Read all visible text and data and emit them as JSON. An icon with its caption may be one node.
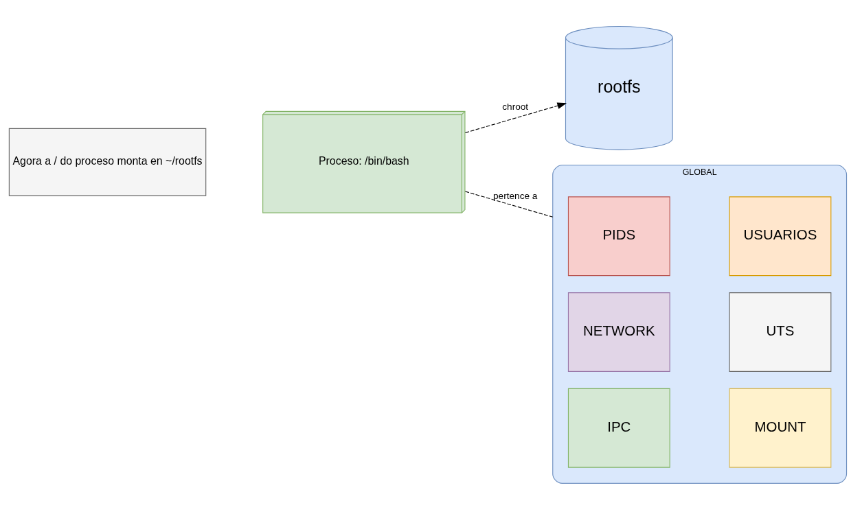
{
  "diagram": {
    "nodes": [
      {
        "text": [
          "Agora a / do proceso monta en ~/rootfs"
        ]
      },
      {
        "text": [
          "Proceso: /bin/bash"
        ]
      },
      {
        "text": [
          "rootfs"
        ]
      },
      {
        "text": [
          "GLOBAL"
        ]
      },
      {
        "text": [
          "PIDS"
        ],
        "in": 3
      },
      {
        "text": [
          "USUARIOS"
        ],
        "in": 3
      },
      {
        "text": [
          "NETWORK"
        ],
        "in": 3
      },
      {
        "text": [
          "UTS"
        ],
        "in": 3
      },
      {
        "text": [
          "IPC"
        ],
        "in": 3
      },
      {
        "text": [
          "MOUNT"
        ],
        "in": 3
      }
    ],
    "edges": [
      {
        "from": 1,
        "to": 2,
        "arrow": "to",
        "label": "chroot",
        "style": "dashed"
      },
      {
        "from": 1,
        "to": 3,
        "arrow": "none",
        "label": "pertence a",
        "style": "dashed"
      }
    ]
  }
}
